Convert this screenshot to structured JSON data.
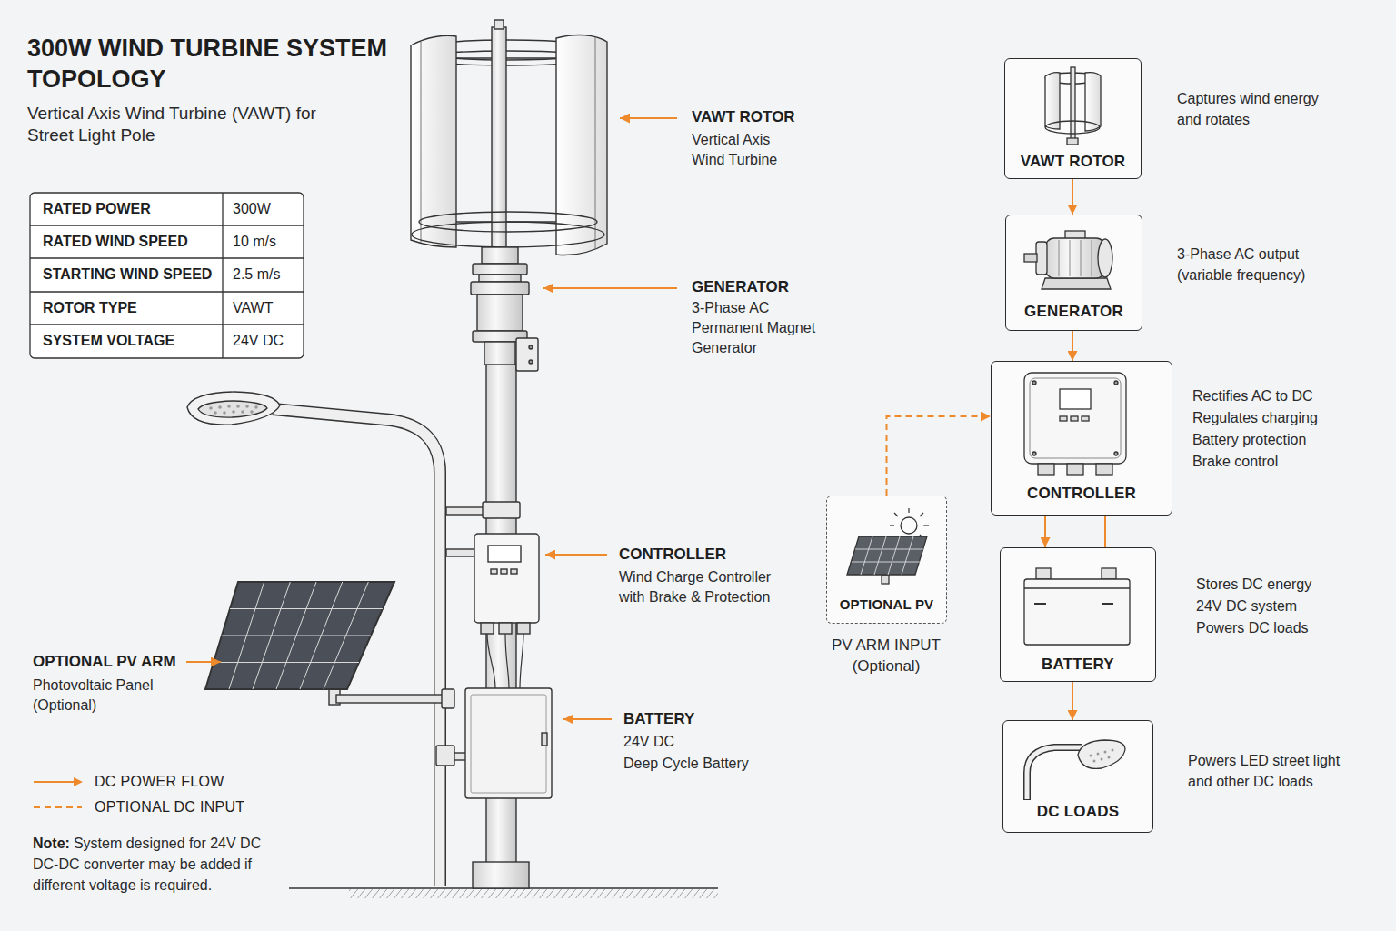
{
  "diagram": {
    "title": "300W WIND TURBINE SYSTEM TOPOLOGY",
    "nodes": [
      {
        "text": [
          "VAWT ROTOR"
        ]
      },
      {
        "text": [
          "GENERATOR"
        ]
      },
      {
        "text": [
          "CONTROLLER"
        ]
      },
      {
        "text": [
          "OPTIONAL PV"
        ]
      },
      {
        "text": [
          "BATTERY"
        ]
      },
      {
        "text": [
          "DC LOADS"
        ]
      }
    ],
    "edges": [
      {
        "from": 0,
        "to": 1,
        "arrow": "to"
      },
      {
        "from": 1,
        "to": 2,
        "arrow": "to"
      },
      {
        "from": 3,
        "to": 2,
        "arrow": "to"
      },
      {
        "from": 2,
        "to": 4,
        "arrow": "to"
      },
      {
        "from": 4,
        "to": 2,
        "arrow": "none"
      },
      {
        "from": 4,
        "to": 5,
        "arrow": "to"
      }
    ],
    "labels": [
      "Vertical Axis Wind Turbine (VAWT) for Street Light Pole",
      "RATED POWER",
      "300W",
      "RATED WIND SPEED",
      "10 m/s",
      "STARTING WIND SPEED",
      "2.5 m/s",
      "ROTOR TYPE",
      "VAWT",
      "SYSTEM VOLTAGE",
      "24V DC",
      "VAWT ROTOR",
      "Vertical Axis Wind Turbine",
      "GENERATOR",
      "3-Phase AC Permanent Magnet Generator",
      "CONTROLLER",
      "Wind Charge Controller with Brake & Protection",
      "BATTERY",
      "24V DC",
      "Deep Cycle Battery",
      "OPTIONAL PV ARM",
      "Photovoltaic Panel (Optional)",
      "Note:",
      "System designed for 24V DC DC-DC converter may be added if different voltage is required.",
      "Captures wind energy and rotates",
      "3-Phase AC output (variable frequency)",
      "Rectifies AC to DC",
      "Regulates charging",
      "Battery protection",
      "Brake control",
      "PV ARM INPUT (Optional)",
      "Stores DC energy",
      "24V DC system",
      "Powers DC loads",
      "Powers LED street light and other DC loads"
    ],
    "legend": [
      {
        "text": "DC POWER FLOW"
      },
      {
        "text": "OPTIONAL DC INPUT"
      }
    ]
  }
}
